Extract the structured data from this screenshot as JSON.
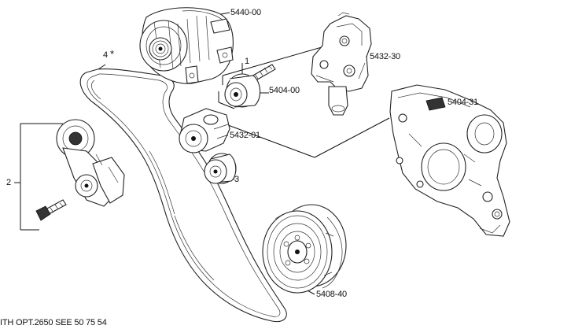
{
  "labels": {
    "alternator": "5440-00",
    "bracket": "5432-30",
    "idler_upper": "5404-00",
    "cover": "5404-31",
    "tensioner": "5432-01",
    "damper": "5408-40",
    "callout_1": "1",
    "callout_2": "2",
    "callout_3": "3",
    "callout_4": "4",
    "asterisk": "*"
  },
  "footer_note": "ITH OPT.2650 SEE 50 75 54",
  "colors": {
    "line": "#111111",
    "background": "#ffffff",
    "fill": "#ffffff"
  },
  "icons": [
    "alternator",
    "mounting-bracket",
    "idler-pulley",
    "tensioner-pulley",
    "timing-cover",
    "crankshaft-damper",
    "belt-tensioner-assembly",
    "bolt",
    "poly-v-belt"
  ]
}
